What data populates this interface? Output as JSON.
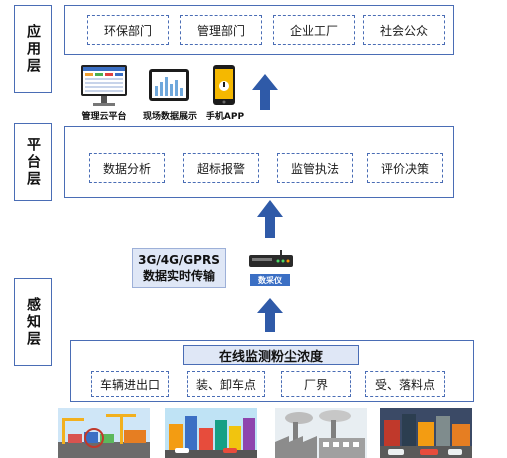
{
  "layers": {
    "application": {
      "label": "应用层",
      "items": [
        "环保部门",
        "管理部门",
        "企业工厂",
        "社会公众"
      ],
      "devices": [
        "管理云平台",
        "现场数据展示",
        "手机APP"
      ]
    },
    "platform": {
      "label": "平台层",
      "items": [
        "数据分析",
        "超标报警",
        "监管执法",
        "评价决策"
      ]
    },
    "sensing": {
      "label": "感知层",
      "transmission": [
        "3G/4G/GPRS",
        "数据实时传输"
      ],
      "instrument_label": "数采仪",
      "monitor_title": "在线监测粉尘浓度",
      "items": [
        "车辆进出口",
        "装、卸车点",
        "厂界",
        "受、落料点"
      ]
    }
  },
  "colors": {
    "border": "#4a6db5",
    "arrow": "#2f5aa8",
    "title_fill": "#dfe7f6"
  }
}
